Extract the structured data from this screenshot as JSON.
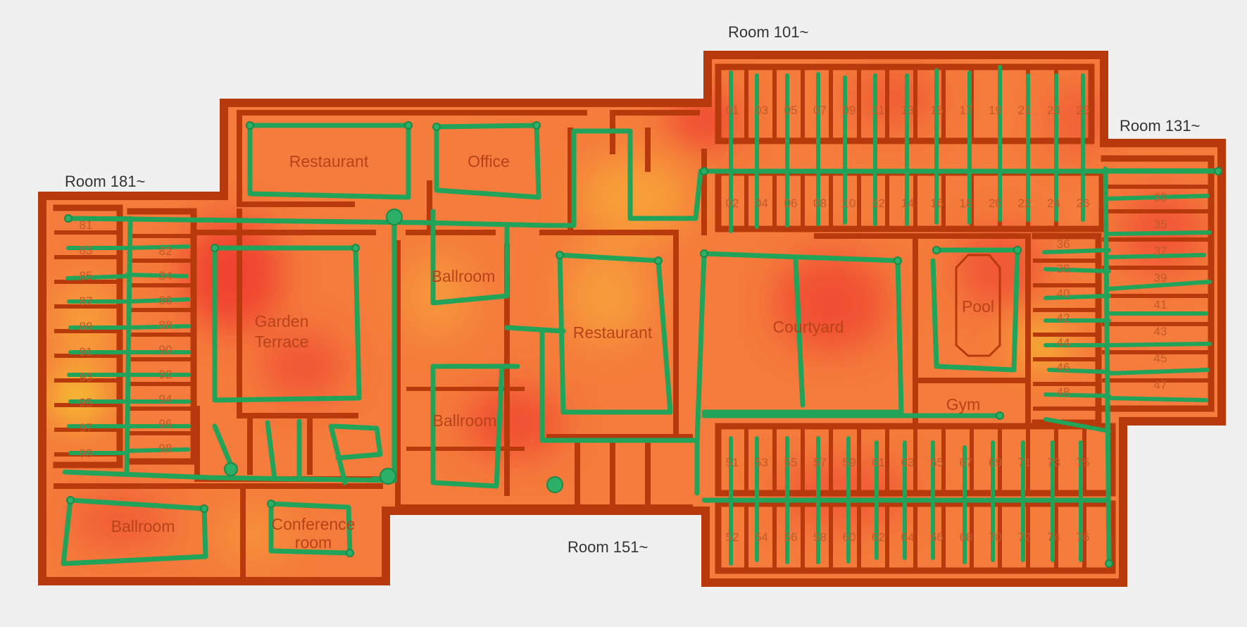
{
  "callouts": {
    "room_101": "Room 101~",
    "room_131": "Room 131~",
    "room_151": "Room 151~",
    "room_181": "Room 181~"
  },
  "areas": {
    "restaurant_top": "Restaurant",
    "office": "Office",
    "garden_1": "Garden",
    "garden_2": "Terrace",
    "ballroom_mid": "Ballroom",
    "ballroom_lower": "Ballroom",
    "restaurant_center": "Restaurant",
    "courtyard": "Courtyard",
    "pool": "Pool",
    "gym": "Gym",
    "ballroom_bottom": "Ballroom",
    "conference_1": "Conference",
    "conference_2": "room"
  },
  "room_numbers": {
    "top_upper": [
      "01",
      "03",
      "05",
      "07",
      "09",
      "11",
      "13",
      "15",
      "17",
      "19",
      "21",
      "23",
      "25"
    ],
    "top_lower": [
      "02",
      "04",
      "06",
      "08",
      "10",
      "12",
      "14",
      "16",
      "18",
      "20",
      "22",
      "24",
      "26"
    ],
    "bottom_upper": [
      "51",
      "53",
      "55",
      "57",
      "59",
      "61",
      "63",
      "65",
      "67",
      "69",
      "71",
      "73",
      "75"
    ],
    "bottom_lower": [
      "52",
      "54",
      "56",
      "58",
      "60",
      "62",
      "64",
      "66",
      "68",
      "70",
      "72",
      "74",
      "76"
    ],
    "right_col": [
      "33",
      "35",
      "37",
      "39",
      "41",
      "43",
      "45",
      "47"
    ],
    "right_inner": [
      "36",
      "38",
      "40",
      "42",
      "44",
      "46",
      "48"
    ],
    "left_outer": [
      "81",
      "83",
      "85",
      "87",
      "89",
      "91",
      "93",
      "95",
      "97",
      "99"
    ],
    "left_inner": [
      "82",
      "84",
      "86",
      "88",
      "90",
      "92",
      "94",
      "96",
      "98"
    ]
  },
  "colors": {
    "background": "#f0f0f0",
    "heat_base": "#f57c3c",
    "heat_hot": "#ee3b30",
    "heat_warm": "#f7a83a",
    "heat_yellow": "#f6d02f",
    "wall": "#b83a0c",
    "path": "#22a35a",
    "path_node": "#2cb068"
  }
}
